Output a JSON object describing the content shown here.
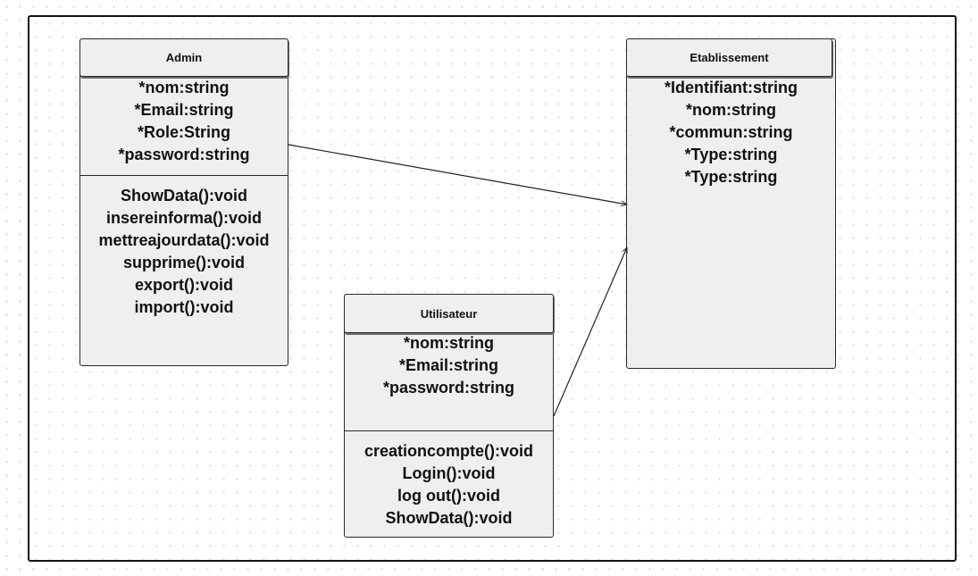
{
  "classes": {
    "admin": {
      "name": "Admin",
      "attributes": [
        "*nom:string",
        "*Email:string",
        "*Role:String",
        "*password:string"
      ],
      "operations": [
        "ShowData():void",
        "insereinforma():void",
        "mettreajourdata():void",
        "supprime():void",
        "export():void",
        "import():void"
      ]
    },
    "etablissement": {
      "name": "Etablissement",
      "attributes": [
        "*Identifiant:string",
        "*nom:string",
        "*commun:string",
        "*Type:string",
        "*Type:string"
      ]
    },
    "utilisateur": {
      "name": "Utilisateur",
      "attributes": [
        "*nom:string",
        "*Email:string",
        "*password:string"
      ],
      "operations": [
        "creationcompte():void",
        "Login():void",
        "log out():void",
        "ShowData():void"
      ]
    }
  },
  "associations": [
    {
      "from": "Admin",
      "to": "Etablissement"
    },
    {
      "from": "Utilisateur",
      "to": "Etablissement"
    }
  ]
}
